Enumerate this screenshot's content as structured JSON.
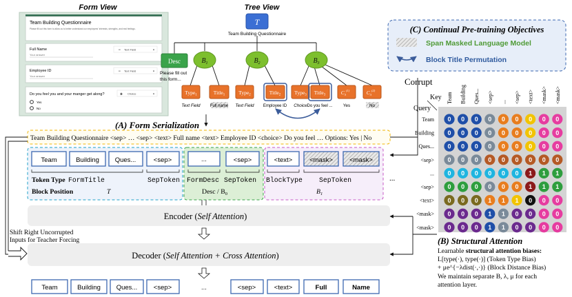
{
  "form_view": {
    "title": "Form View",
    "form_title": "Team Building Questionnaire",
    "form_desc": "Please fill out this form to allow us to better understand our employees' interests, strengths, and real feelings.",
    "q1_label": "Full Name",
    "q1_type": "Text Field",
    "q1_placeholder": "Your answer",
    "q2_label": "Employee ID",
    "q2_type": "Text Field",
    "q2_placeholder": "Your answer",
    "q3_label": "Do you feel you and your manger get along?",
    "q3_type": "Choice",
    "q3_opt1": "Yes",
    "q3_opt2": "No"
  },
  "tree_view": {
    "title": "Tree View",
    "root": "T",
    "root_caption": "Team Building Questionnaire",
    "desc": "Desc",
    "desc_caption_1": "Please fill out",
    "desc_caption_2": "this form...",
    "b1": "B",
    "b1_sub": "1",
    "b2": "B",
    "b2_sub": "2",
    "b3": "B",
    "b3_sub": "3",
    "type1": "Type",
    "type1_sub": "1",
    "title1": "Title",
    "title1_sub": "1",
    "type2": "Type",
    "type2_sub": "2",
    "title2": "Title",
    "title2_sub": "2",
    "type3": "Type",
    "type3_sub": "3",
    "title3": "Title",
    "title3_sub": "3",
    "c1": "C",
    "c1_sub": "3",
    "c1_sup": "(1)",
    "c2": "C",
    "c2_sub": "3",
    "c2_sup": "(2)",
    "cap_type1": "Text Field",
    "cap_title1": "Full name",
    "cap_type2": "Text Field",
    "cap_title2": "Employee ID",
    "cap_type3": "Choice",
    "cap_title3": "Do you feel ...",
    "cap_c1": "Yes",
    "cap_c2": "No"
  },
  "objectives": {
    "title": "(C) Continual Pre-training Objectives",
    "span_mlm": "Span Masked Language Model",
    "block_perm": "Block Title Permutation"
  },
  "serialization": {
    "title": "(A) Form Serialization",
    "sequence": "Team Building Questionnaire <sep> … <sep> <text> Full name <text> Employee ID <choice> Do you feel … Options: Yes | No",
    "tokens_t": [
      "Team",
      "Building",
      "Ques...",
      "<sep>"
    ],
    "tokens_desc": [
      "...",
      "<sep>"
    ],
    "tokens_b1": [
      "<text>",
      "<mask>",
      "<mask>"
    ],
    "ellipsis": "...",
    "token_type_label": "Token Type",
    "block_position_label": "Block Position",
    "tt_formtitle": "FormTitle",
    "tt_septoken_1": "SepToken",
    "tt_formdesc": "FormDesc",
    "tt_septoken_2": "SepToken",
    "tt_blocktype": "BlockType",
    "tt_septoken_3": "SepToken",
    "bp_t": "T",
    "bp_desc": "Desc / B",
    "bp_desc_sub": "0",
    "bp_b1": "B",
    "bp_b1_sub": "1"
  },
  "model": {
    "encoder_pre": "Encoder (",
    "encoder_italic": "Self Attention",
    "encoder_post": ")",
    "decoder_pre": "Decoder (",
    "decoder_italic": "Self Attention + Cross Attention",
    "decoder_post": ")",
    "shift_line1": "Shift Right Uncorrupted",
    "shift_line2": "Inputs for Teacher Forcing",
    "outputs": [
      "Team",
      "Building",
      "Ques...",
      "<sep>",
      "...",
      "<sep>",
      "<text>",
      "Full",
      "Name"
    ]
  },
  "attention": {
    "corrupt": "Corrupt",
    "key": "Key",
    "query": "Query",
    "keys": [
      "Team",
      "Building",
      "Ques...",
      "<sep>",
      "...",
      "<sep>",
      "<text>",
      "<mask>",
      "<mask>"
    ],
    "queries": [
      "Team",
      "Building",
      "Ques...",
      "<sep>",
      "...",
      "<sep>",
      "<text>",
      "<mask>",
      "<mask>"
    ],
    "matrix": [
      [
        0,
        0,
        0,
        0,
        0,
        0,
        0,
        0,
        0
      ],
      [
        0,
        0,
        0,
        0,
        0,
        0,
        0,
        0,
        0
      ],
      [
        0,
        0,
        0,
        0,
        0,
        0,
        0,
        0,
        0
      ],
      [
        0,
        0,
        0,
        0,
        0,
        0,
        0,
        0,
        0
      ],
      [
        0,
        0,
        0,
        0,
        0,
        0,
        1,
        1,
        1
      ],
      [
        0,
        0,
        0,
        0,
        0,
        0,
        1,
        1,
        1
      ],
      [
        0,
        0,
        0,
        1,
        1,
        1,
        0,
        0,
        0
      ],
      [
        0,
        0,
        0,
        1,
        1,
        0,
        0,
        0,
        0
      ],
      [
        0,
        0,
        0,
        1,
        1,
        0,
        0,
        0,
        0
      ]
    ],
    "colors": [
      [
        "#1f4fa8",
        "#1f4fa8",
        "#1f4fa8",
        "#7a8a99",
        "#e87d1e",
        "#e87d1e",
        "#f2c400",
        "#e63ca0",
        "#e63ca0"
      ],
      [
        "#1f4fa8",
        "#1f4fa8",
        "#1f4fa8",
        "#7a8a99",
        "#e87d1e",
        "#e87d1e",
        "#f2c400",
        "#e63ca0",
        "#e63ca0"
      ],
      [
        "#1f4fa8",
        "#1f4fa8",
        "#1f4fa8",
        "#7a8a99",
        "#e87d1e",
        "#e87d1e",
        "#f2c400",
        "#e63ca0",
        "#e63ca0"
      ],
      [
        "#7a8a99",
        "#7a8a99",
        "#7a8a99",
        "#b55a25",
        "#b55a25",
        "#b55a25",
        "#b55a25",
        "#b55a25",
        "#b55a25"
      ],
      [
        "#1fb5e0",
        "#1fb5e0",
        "#1fb5e0",
        "#1fb5e0",
        "#1fb5e0",
        "#1fb5e0",
        "#8b1a1a",
        "#2e9e3e",
        "#2e9e3e"
      ],
      [
        "#2e9e3e",
        "#2e9e3e",
        "#2e9e3e",
        "#7a8a99",
        "#e87d1e",
        "#e87d1e",
        "#8b1a1a",
        "#2e9e3e",
        "#2e9e3e"
      ],
      [
        "#7a6a20",
        "#7a6a20",
        "#7a6a20",
        "#e87d1e",
        "#e87d1e",
        "#f2c400",
        "#111111",
        "#e63ca0",
        "#e63ca0"
      ],
      [
        "#6b2a8e",
        "#6b2a8e",
        "#6b2a8e",
        "#1f4fa8",
        "#7a8a99",
        "#6b2a8e",
        "#6b2a8e",
        "#e63ca0",
        "#e63ca0"
      ],
      [
        "#6b2a8e",
        "#6b2a8e",
        "#6b2a8e",
        "#1f4fa8",
        "#7a8a99",
        "#6b2a8e",
        "#6b2a8e",
        "#e63ca0",
        "#e63ca0"
      ]
    ],
    "title": "(B) Structural Attention",
    "desc_line1_pre": "Learnable ",
    "desc_line1_bold": "structural attention biases:",
    "desc_line2": "L[type(·), type(·)] (Token Type Bias)",
    "desc_line3": "+ μe^{−λdist(·,·)}     (Block Distance Bias)",
    "desc_line4": "We maintain separate B, λ, μ for each",
    "desc_line5": "attention layer."
  },
  "colors": {
    "tree_root": "#3b6fd4",
    "tree_desc": "#3aa34a",
    "tree_block": "#7dbf2e",
    "tree_leaf": "#e8722a",
    "form_header": "#2d6b4e",
    "form_bg": "#d9e7dd",
    "token_border": "#3b67b0",
    "seq_border": "#f0b400",
    "desc_fill": "#dcefd6",
    "objectives_fill": "#e7eef9"
  }
}
